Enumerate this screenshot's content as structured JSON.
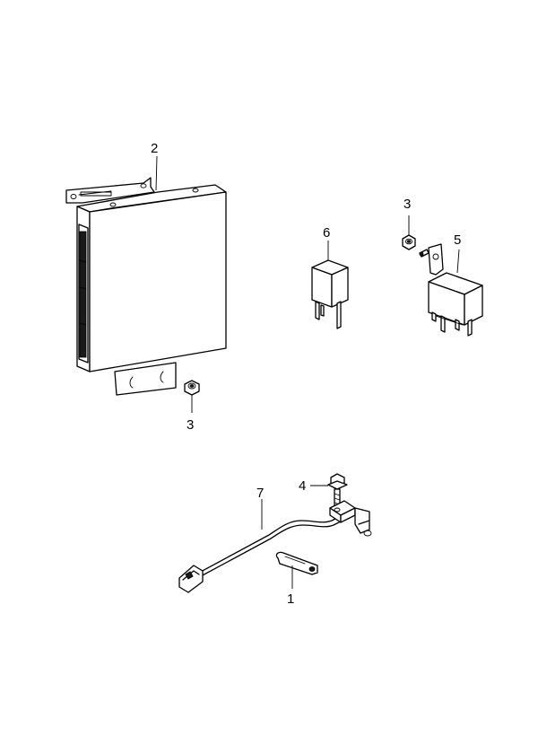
{
  "callouts": {
    "ecu": "2",
    "nut_ecu": "3",
    "nut_relay": "3",
    "relay_small": "6",
    "relay_bracket": "5",
    "bolt": "4",
    "harness": "7",
    "clip": "1"
  }
}
